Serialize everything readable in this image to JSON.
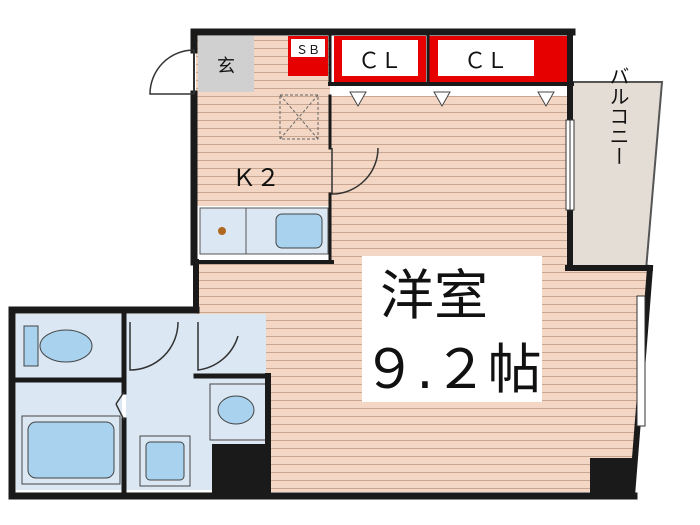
{
  "rooms": {
    "genkan": "玄",
    "shoe_box": "ＳＢ",
    "closet_1": "ＣＬ",
    "closet_2": "ＣＬ",
    "kitchen": "Ｋ２",
    "western_room_name": "洋室",
    "western_room_size": "９.２帖",
    "balcony": "バルコニー"
  },
  "colors": {
    "floor_wood": "#f3d7c4",
    "wood_line": "#c9a690",
    "wall": "#1a1a1a",
    "wet_area": "#dbe8f4",
    "fixture": "#a9d2ee",
    "closet_red": "#e60000",
    "balcony": "#e4ddd6",
    "entry_gray": "#d0d0d0"
  }
}
